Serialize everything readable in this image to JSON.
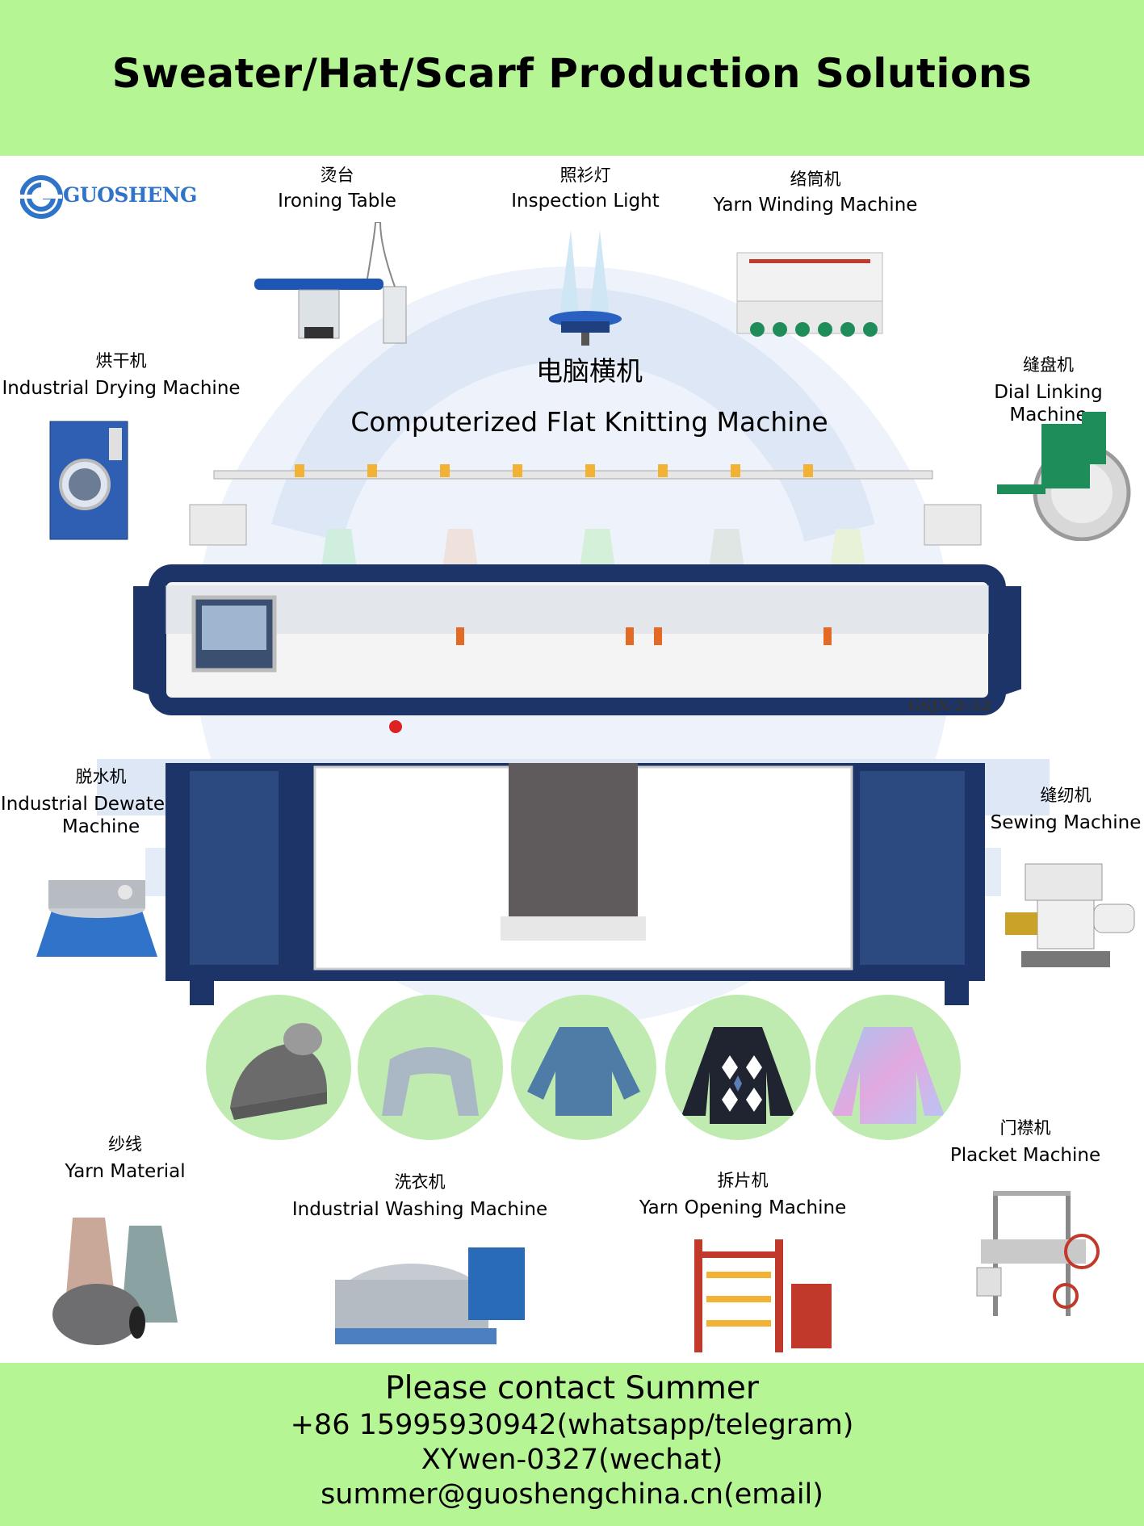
{
  "title": "Sweater/Hat/Scarf Production Solutions",
  "logo": {
    "text": "GUOSHENG"
  },
  "center": {
    "zh": "电脑横机",
    "en": "Computerized Flat Knitting Machine",
    "model": "GSJX-2-52",
    "brand": "GUOSHENG"
  },
  "machines": {
    "ironing": {
      "zh": "烫台",
      "en": "Ironing Table"
    },
    "inspection": {
      "zh": "照衫灯",
      "en": "Inspection Light"
    },
    "winding": {
      "zh": "络筒机",
      "en": "Yarn Winding Machine"
    },
    "drying": {
      "zh": "烘干机",
      "en": "Industrial Drying Machine"
    },
    "linking": {
      "zh": "缝盘机",
      "en": "Dial Linking Machine"
    },
    "dewatering": {
      "zh": "脱水机",
      "en1": "Industrial Dewatering",
      "en2": "Machine"
    },
    "sewing": {
      "zh": "缝纫机",
      "en": "Sewing Machine"
    },
    "yarn": {
      "zh": "纱线",
      "en": "Yarn Material"
    },
    "washing": {
      "zh": "洗衣机",
      "en": "Industrial Washing Machine"
    },
    "opening": {
      "zh": "拆片机",
      "en": "Yarn Opening Machine"
    },
    "placket": {
      "zh": "门襟机",
      "en": "Placket Machine"
    }
  },
  "contact": {
    "title": "Please contact Summer",
    "phone": "+86 15995930942(whatsapp/telegram)",
    "wechat": "XYwen-0327(wechat)",
    "email": "summer@guoshengchina.cn(email)"
  }
}
